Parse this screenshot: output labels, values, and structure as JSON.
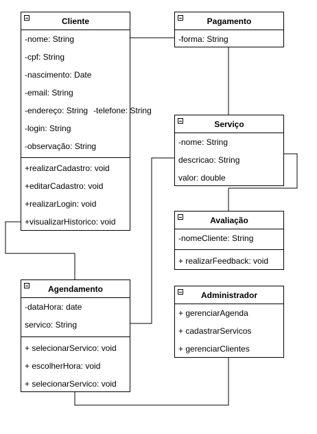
{
  "classes": {
    "cliente": {
      "title": "Cliente",
      "attributes": [
        "-nome: String",
        "-cpf: String",
        "-nascimento: Date",
        "-email: String",
        "-endereço: String",
        "-login: String",
        "-observação: String"
      ],
      "extra_attribute": "-telefone: String",
      "methods": [
        "+realizarCadastro: void",
        "+editarCadastro: void",
        "+realizarLogin: void",
        "+visualizarHistorico: void"
      ]
    },
    "pagamento": {
      "title": "Pagamento",
      "attributes": [
        "-forma: String"
      ]
    },
    "servico": {
      "title": "Serviço",
      "attributes": [
        "-nome: String",
        "descricao: String",
        "valor: double"
      ]
    },
    "avaliacao": {
      "title": "Avaliação",
      "attributes": [
        "-nomeCliente: String"
      ],
      "methods": [
        "+ realizarFeedback: void"
      ]
    },
    "agendamento": {
      "title": "Agendamento",
      "attributes": [
        "-dataHora: date",
        "servico: String"
      ],
      "methods": [
        "+ selecionarServico: void",
        "+ escolherHora: void",
        "+ selecionarServico: void"
      ]
    },
    "administrador": {
      "title": "Administrador",
      "methods": [
        "+ gerenciarAgenda",
        "+ cadastrarServicos",
        "+ gerenciarClientes"
      ]
    }
  }
}
